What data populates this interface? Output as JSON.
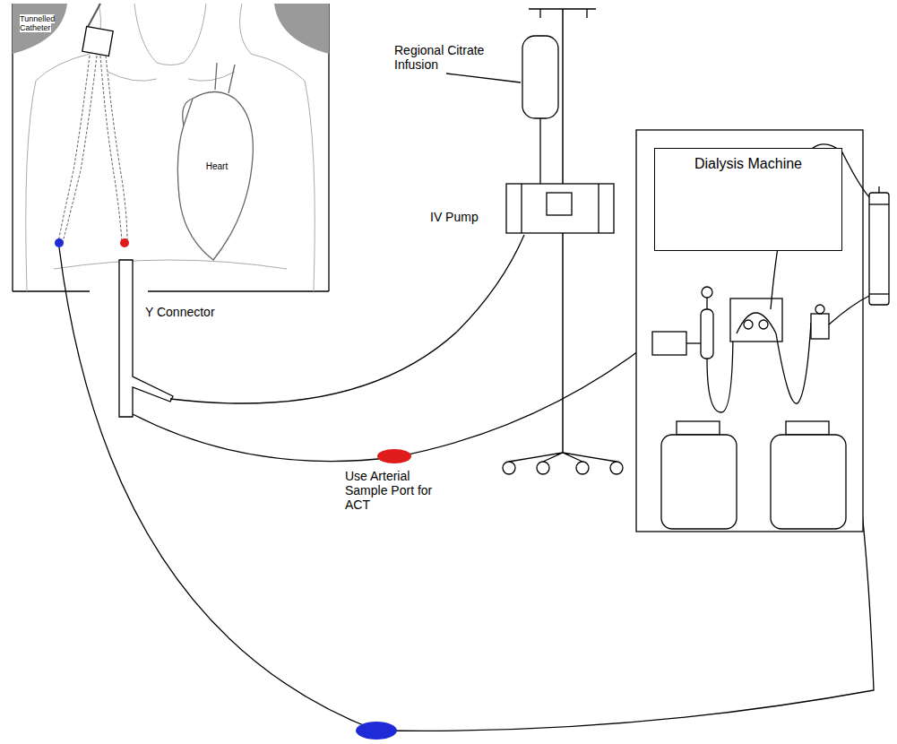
{
  "diagram": {
    "nodes": [
      {
        "text": [
          "Dialysis Machine"
        ]
      }
    ],
    "labels": [
      "Tunnelled Catheter",
      "Heart",
      "Regional Citrate Infusion",
      "IV Pump",
      "Y Connector",
      "Use Arterial Sample Port for ACT"
    ]
  }
}
